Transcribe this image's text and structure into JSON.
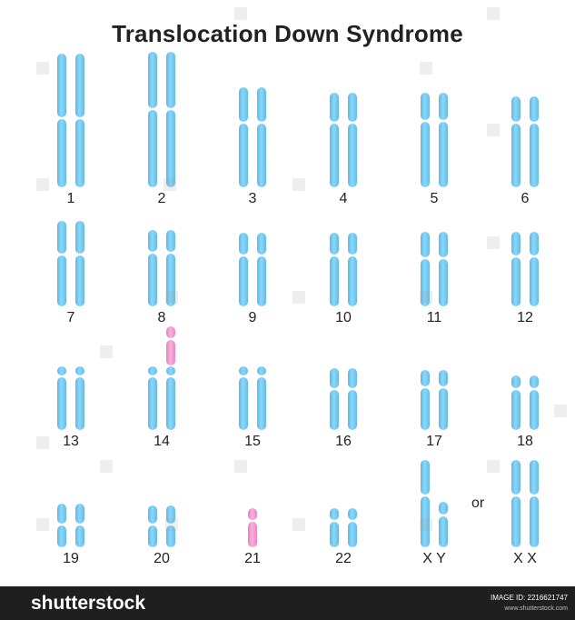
{
  "title": "Translocation Down Syndrome",
  "colors": {
    "normal": "#6cc6ef",
    "translocated": "#ee8fcb",
    "footer_bg": "#1f1f1f"
  },
  "chromosomes": [
    {
      "label": "1",
      "count": 2
    },
    {
      "label": "2",
      "count": 2
    },
    {
      "label": "3",
      "count": 2
    },
    {
      "label": "4",
      "count": 2
    },
    {
      "label": "5",
      "count": 2
    },
    {
      "label": "6",
      "count": 2
    },
    {
      "label": "7",
      "count": 2
    },
    {
      "label": "8",
      "count": 2
    },
    {
      "label": "9",
      "count": 2
    },
    {
      "label": "10",
      "count": 2
    },
    {
      "label": "11",
      "count": 2
    },
    {
      "label": "12",
      "count": 2
    },
    {
      "label": "13",
      "count": 2
    },
    {
      "label": "14",
      "count": 2,
      "translocation": "21"
    },
    {
      "label": "15",
      "count": 2
    },
    {
      "label": "16",
      "count": 2
    },
    {
      "label": "17",
      "count": 2
    },
    {
      "label": "18",
      "count": 2
    },
    {
      "label": "19",
      "count": 2
    },
    {
      "label": "20",
      "count": 2
    },
    {
      "label": "21",
      "count": 1
    },
    {
      "label": "22",
      "count": 2
    },
    {
      "label": "X Y",
      "count": 2
    },
    {
      "label": "X X",
      "count": 2
    }
  ],
  "or_label": "or",
  "footer": {
    "logo": "shutterstock",
    "image_id": "IMAGE ID: 2216621747",
    "url": "www.shutterstock.com"
  },
  "watermark": "shutterstock"
}
